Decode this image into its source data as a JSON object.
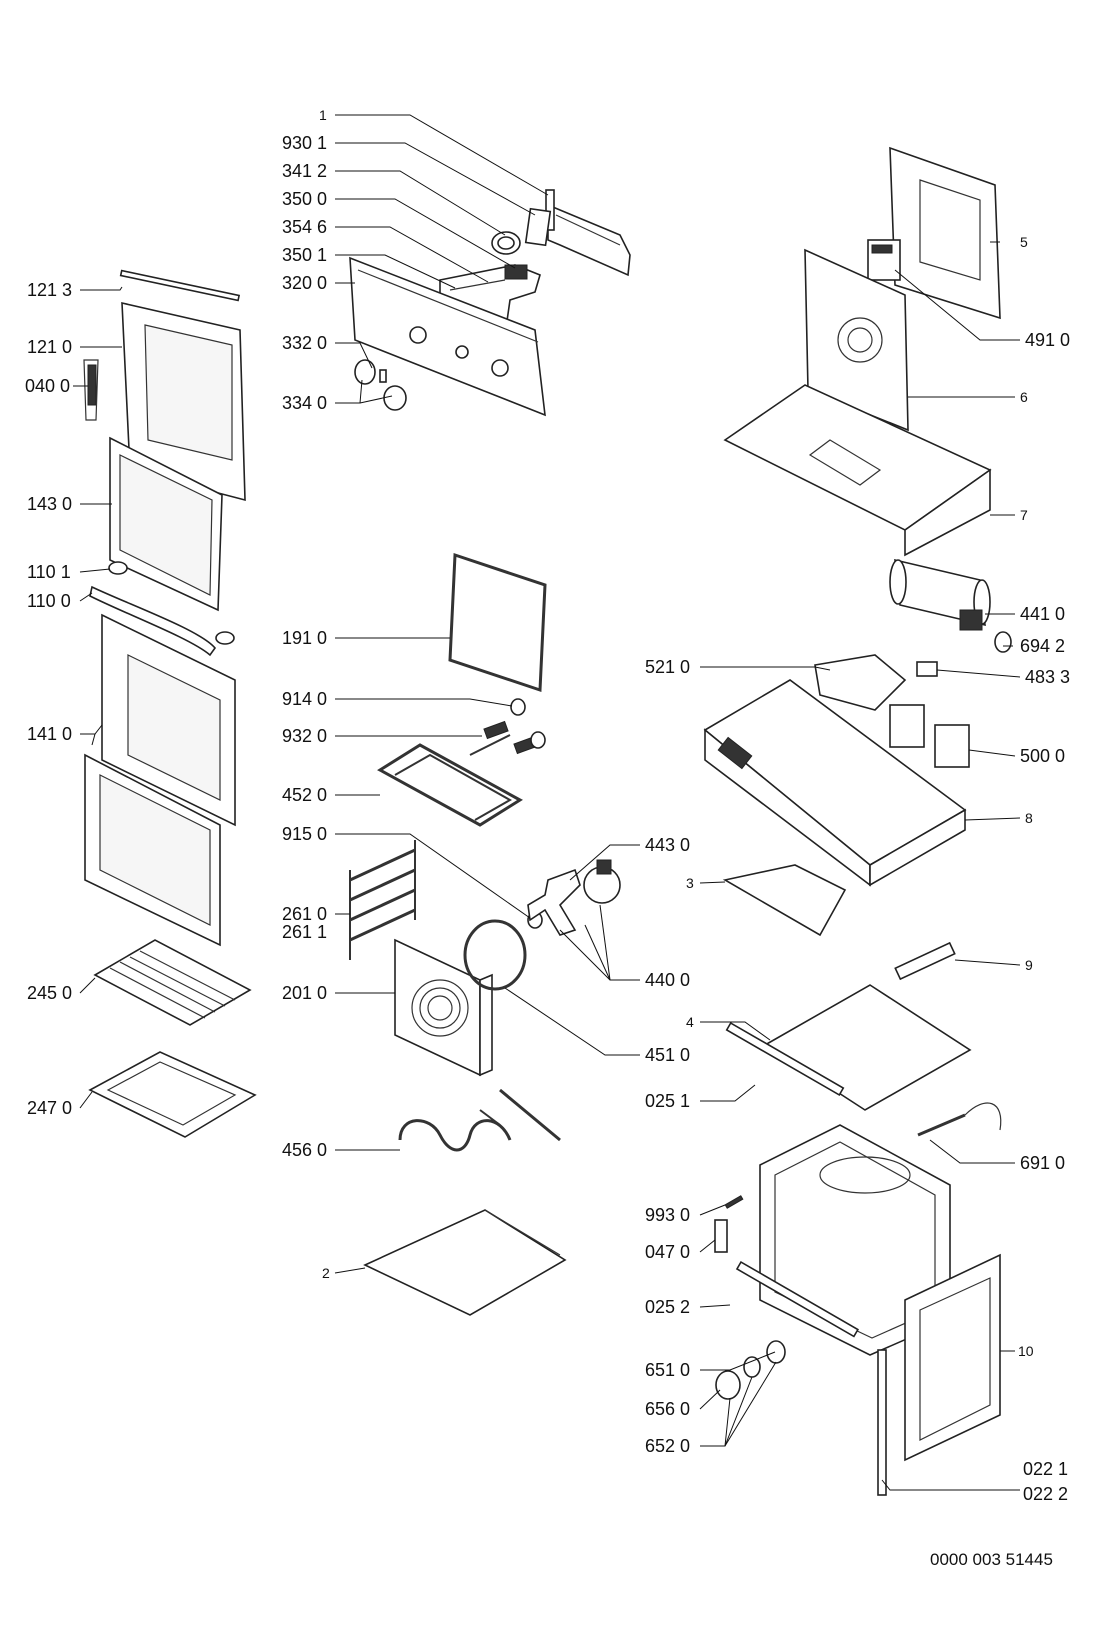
{
  "document_number": "0000 003 51445",
  "labels": {
    "l_1": "1",
    "l_930_1": "930 1",
    "l_341_2": "341 2",
    "l_350_0": "350 0",
    "l_354_6": "354 6",
    "l_350_1": "350 1",
    "l_320_0": "320 0",
    "l_332_0": "332 0",
    "l_334_0": "334 0",
    "l_121_3": "121 3",
    "l_121_0": "121 0",
    "l_040_0": "040 0",
    "l_143_0": "143 0",
    "l_110_1": "110 1",
    "l_110_0": "110 0",
    "l_141_0": "141 0",
    "l_245_0": "245 0",
    "l_247_0": "247 0",
    "l_191_0": "191 0",
    "l_914_0": "914 0",
    "l_932_0": "932 0",
    "l_452_0": "452 0",
    "l_915_0": "915 0",
    "l_261_0": "261 0",
    "l_261_1": "261 1",
    "l_201_0": "201 0",
    "l_456_0": "456 0",
    "l_2": "2",
    "l_443_0": "443 0",
    "l_440_0": "440 0",
    "l_451_0": "451 0",
    "l_5": "5",
    "l_491_0": "491 0",
    "l_6": "6",
    "l_7": "7",
    "l_441_0": "441 0",
    "l_694_2": "694 2",
    "l_521_0": "521 0",
    "l_483_3": "483 3",
    "l_500_0": "500 0",
    "l_8": "8",
    "l_3": "3",
    "l_9": "9",
    "l_4": "4",
    "l_025_1": "025 1",
    "l_691_0": "691 0",
    "l_993_0": "993 0",
    "l_047_0": "047 0",
    "l_025_2": "025 2",
    "l_10": "10",
    "l_651_0": "651 0",
    "l_656_0": "656 0",
    "l_652_0": "652 0",
    "l_022_1": "022 1",
    "l_022_2": "022 2"
  }
}
